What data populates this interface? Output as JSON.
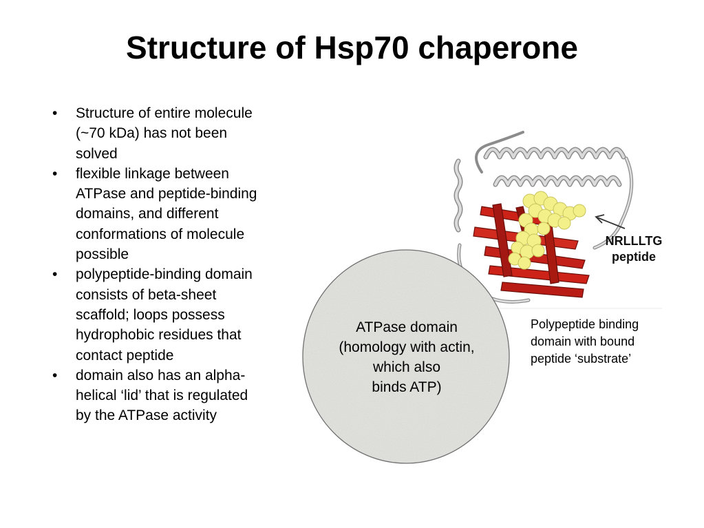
{
  "slide": {
    "title": "Structure of Hsp70 chaperone",
    "bullets": [
      {
        "lines": [
          "Structure of entire molecule",
          "(~70 kDa) has not been",
          "solved"
        ]
      },
      {
        "lines": [
          "flexible linkage between",
          "ATPase and peptide-binding",
          "domains, and different",
          "conformations of molecule",
          "possible"
        ]
      },
      {
        "lines": [
          "polypeptide-binding domain",
          "consists of beta-sheet",
          "scaffold; loops possess",
          "hydrophobic residues that",
          "contact peptide"
        ]
      },
      {
        "lines": [
          "domain also has an alpha-",
          "helical ‘lid’ that is regulated",
          "by the ATPase activity"
        ]
      }
    ],
    "bullet_glyph": "•"
  },
  "figure": {
    "atpase_domain_label": [
      "ATPase domain",
      "(homology with actin,",
      "which also",
      "binds ATP)"
    ],
    "domain_caption": [
      "Polypeptide binding",
      "domain with bound",
      "peptide ‘substrate’"
    ],
    "peptide_label": [
      "NRLLLTG",
      "peptide"
    ],
    "colors": {
      "circle_fill": "#e6e6e2",
      "circle_stroke": "#6f6f6f",
      "helix": "#bdbdbd",
      "beta_sheet": "#cc2218",
      "peptide": "#f3f08a"
    }
  }
}
